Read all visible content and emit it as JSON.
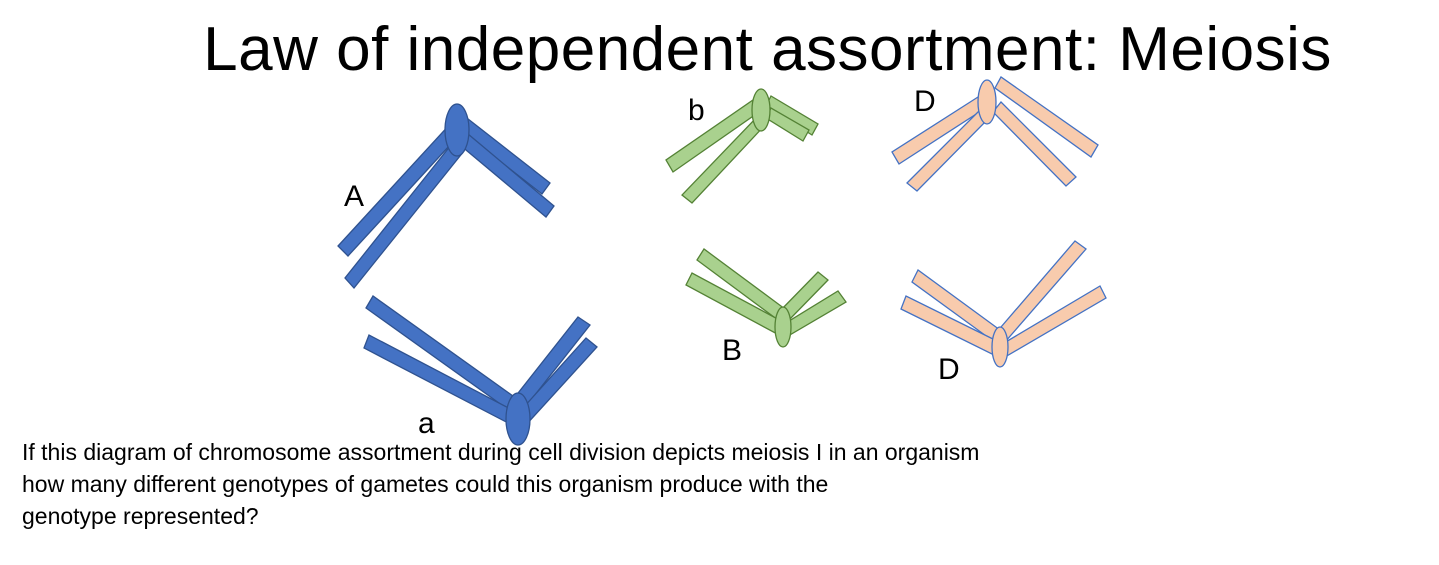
{
  "title": "Law of independent assortment: Meiosis",
  "colors": {
    "blue_fill": "#4472C4",
    "blue_stroke": "#2F528F",
    "green_fill": "#A9D18E",
    "green_stroke": "#548235",
    "orange_fill": "#F8CBAD",
    "orange_stroke": "#4472C4"
  },
  "chromosomes": [
    {
      "id": "A",
      "label": "A",
      "color": "blue"
    },
    {
      "id": "a",
      "label": "a",
      "color": "blue"
    },
    {
      "id": "b",
      "label": "b",
      "color": "green"
    },
    {
      "id": "B",
      "label": "B",
      "color": "green"
    },
    {
      "id": "D_top",
      "label": "D",
      "color": "orange"
    },
    {
      "id": "D_bottom",
      "label": "D",
      "color": "orange"
    }
  ],
  "question": {
    "line1": "If this diagram of chromosome assortment during cell division depicts meiosis I in an organism",
    "line2": "how many different genotypes of gametes could this organism produce with the",
    "line3": "genotype represented?"
  }
}
